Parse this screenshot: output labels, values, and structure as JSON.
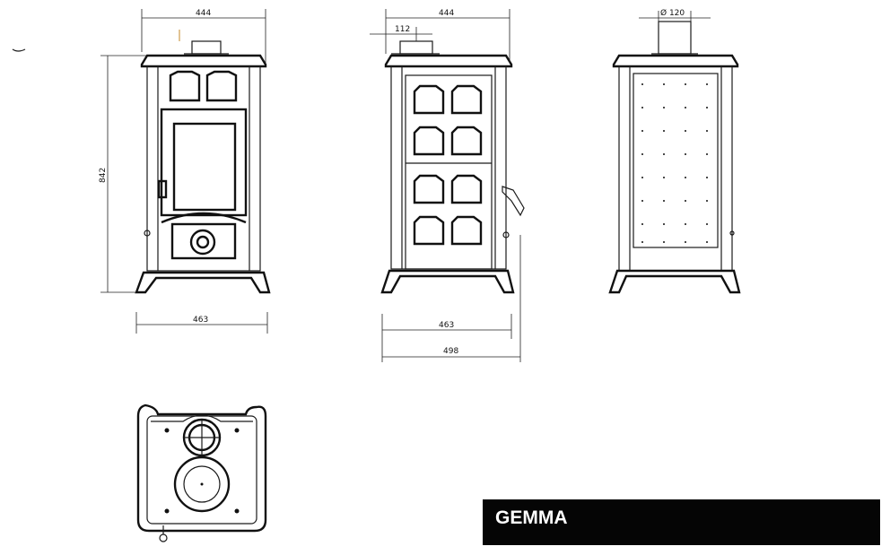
{
  "title": "GEMMA",
  "dimensions": {
    "front_top_width": "444",
    "side_top_width": "444",
    "side_flue_offset": "112",
    "rear_flue_diameter": "Ø 120",
    "front_height": "842",
    "front_base_width": "463",
    "side_base_width": "463",
    "side_overall_depth": "498"
  },
  "colors": {
    "line": "#111111",
    "title_bar": "#050505",
    "title_text": "#ffffff"
  }
}
